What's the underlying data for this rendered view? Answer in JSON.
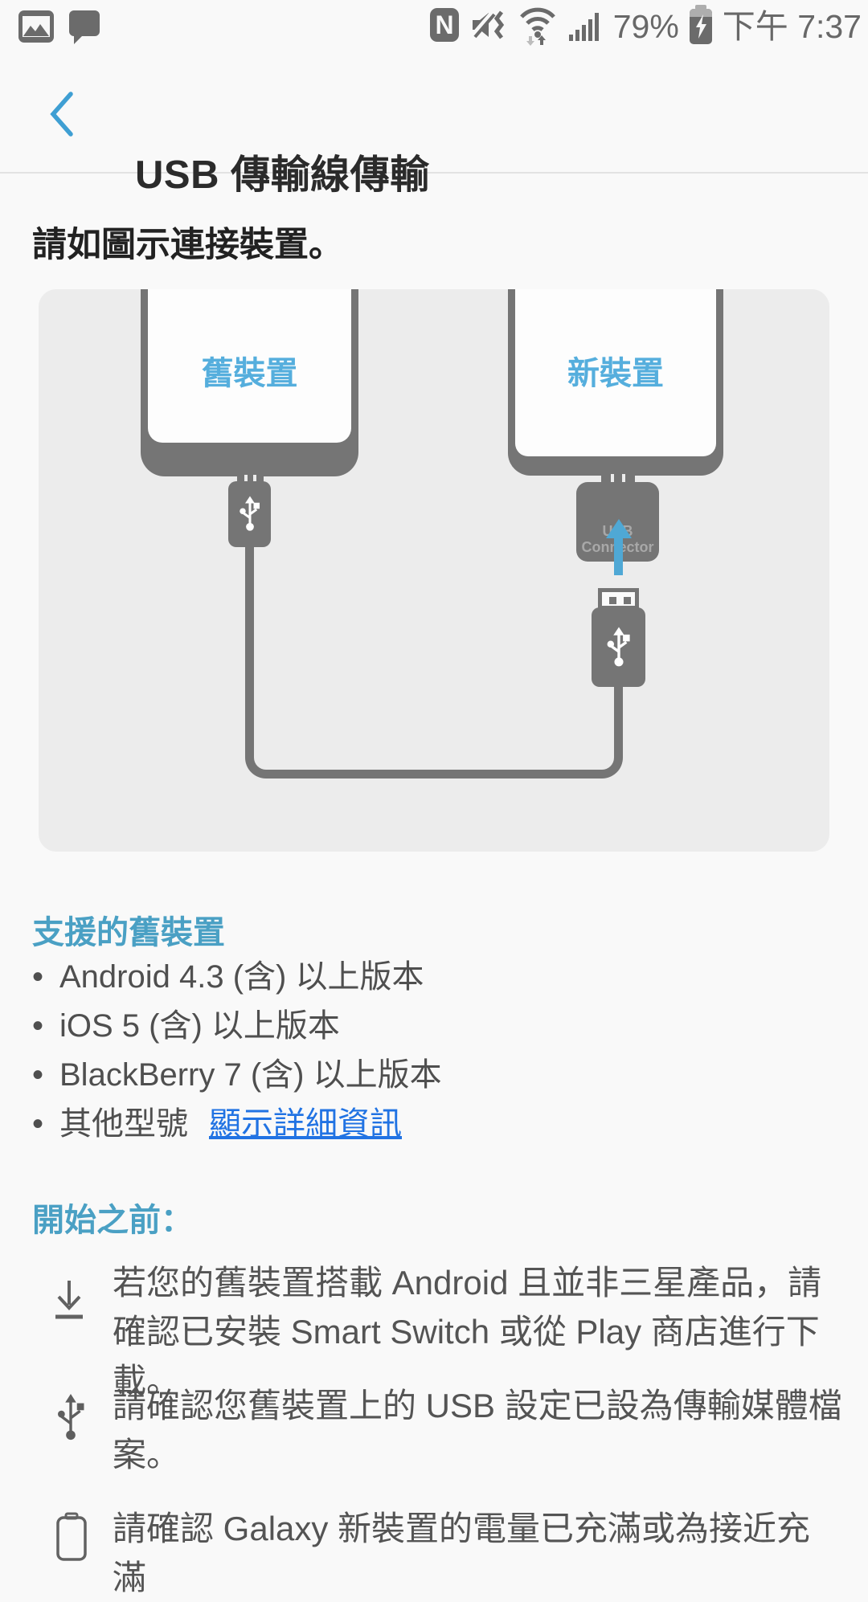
{
  "status_bar": {
    "battery_percent": "79%",
    "time": "下午 7:37"
  },
  "header": {
    "title": "USB 傳輸線傳輸"
  },
  "intro": "請如圖示連接裝置。",
  "diagram": {
    "old_device_label": "舊裝置",
    "new_device_label": "新裝置",
    "usb_connector_line1": "USB",
    "usb_connector_line2": "Connector"
  },
  "supported": {
    "heading": "支援的舊裝置",
    "bullet": "•",
    "items": [
      "Android 4.3 (含) 以上版本",
      "iOS 5 (含) 以上版本",
      "BlackBerry 7 (含) 以上版本",
      "其他型號"
    ],
    "detail_link": "顯示詳細資訊"
  },
  "before": {
    "heading": "開始之前：",
    "items": [
      {
        "icon": "download-icon",
        "text": "若您的舊裝置搭載 Android 且並非三星產品，請確認已安裝 Smart Switch 或從 Play 商店進行下載。"
      },
      {
        "icon": "usb-icon",
        "text": "請確認您舊裝置上的 USB 設定已設為傳輸媒體檔案。"
      },
      {
        "icon": "battery-icon",
        "text": "請確認 Galaxy 新裝置的電量已充滿或為接近充滿"
      }
    ]
  },
  "colors": {
    "accent_teal": "#4aa0c4",
    "diagram_blue": "#55aedd",
    "link_blue": "#2173e3",
    "device_gray": "#757575"
  }
}
